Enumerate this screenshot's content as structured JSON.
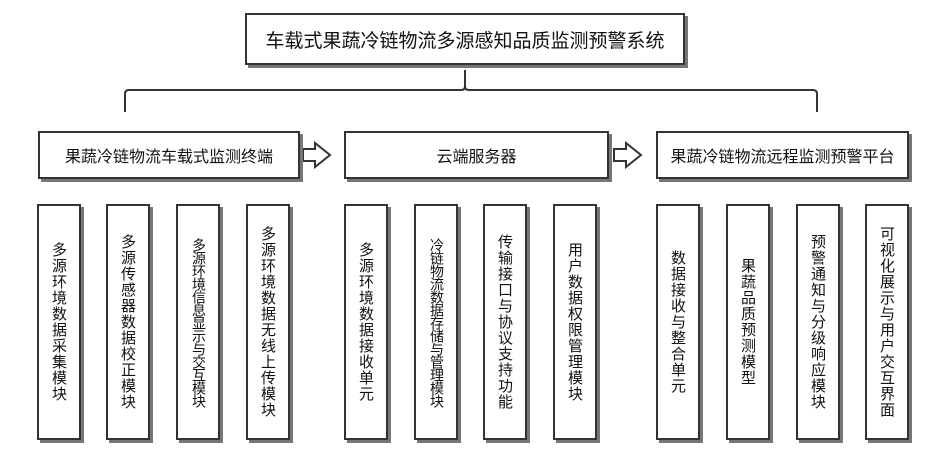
{
  "title": "车载式果蔬冷链物流多源感知品质监测预警系统",
  "sections": [
    {
      "label": "果蔬冷链物流车载式监测终端",
      "modules": [
        "多源环境数据采集模块",
        "多源传感器数据校正模块",
        "多源环境信息显示与交互模块",
        "多源环境数据无线上传模块"
      ]
    },
    {
      "label": "云端服务器",
      "modules": [
        "多源环境数据接收单元",
        "冷链物流数据存储与管理模块",
        "传输接口与协议支持功能",
        "用户数据权限管理模块"
      ]
    },
    {
      "label": "果蔬冷链物流远程监测预警平台",
      "modules": [
        "数据接收与整合单元",
        "果蔬品质预测模型",
        "预警通知与分级响应模块",
        "可视化展示与用户交互界面"
      ]
    }
  ]
}
